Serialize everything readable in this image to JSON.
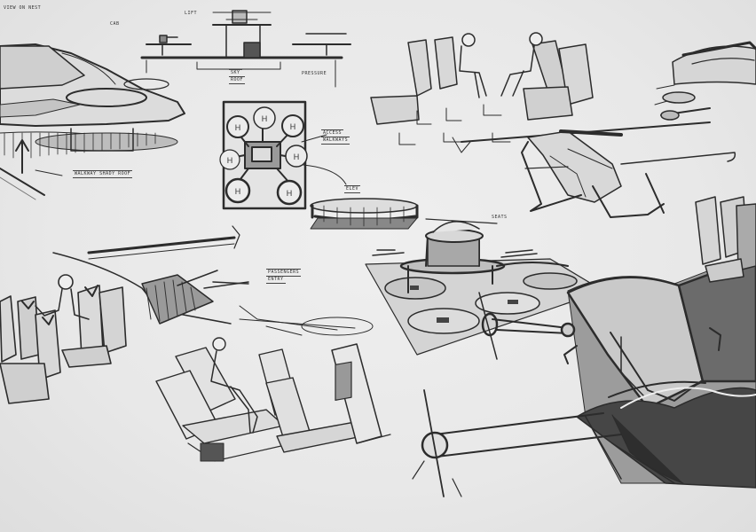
{
  "image": {
    "description": "Grayscale pencil concept sketch sheet of a passenger drone / eVTOL air-taxi system: drone aircraft, vertiport platforms, a top-down landing-pad layout, passenger seating interiors and an open-canopy cockpit close-up.",
    "palette": {
      "paper": "#e9e9e9",
      "ink": "#2a2a2a",
      "shade": "#9a9a9a",
      "dark_fill": "#555555"
    }
  },
  "annotations": {
    "top_left_scribble": "VIEW ON NEST",
    "station_label": "CAB",
    "walkway_label": "WALKWAY  SHADY ROOF",
    "elevation_label_left": "LIFT",
    "elevation_label_center_1": "SKY",
    "elevation_label_center_2": "ROOF",
    "elevation_label_right": "PRESSURE",
    "plan_label_1": "ACCESS",
    "plan_label_2": "WALKWAYS",
    "plan_label_3": "ELEV",
    "pad_letter": "H",
    "passengers_label_1": "PASSENGERS",
    "passengers_label_2": "ENTRY",
    "seats_label": "SEATS"
  },
  "sketches": [
    {
      "id": "flying-wing-drone",
      "region": "top-left"
    },
    {
      "id": "vertiport-elevation",
      "region": "top-center"
    },
    {
      "id": "cabin-seats-two-passengers",
      "region": "top-center-right"
    },
    {
      "id": "drone-top-right",
      "region": "top-right"
    },
    {
      "id": "vertiport-plan-six-pads",
      "region": "center-left"
    },
    {
      "id": "round-landing-deck",
      "region": "center"
    },
    {
      "id": "quadrotor-air-taxi",
      "region": "center-right"
    },
    {
      "id": "passenger-seats-left",
      "region": "mid-left"
    },
    {
      "id": "boarding-ramp-wing",
      "region": "mid-center"
    },
    {
      "id": "vertiport-perspective",
      "region": "mid-center-right"
    },
    {
      "id": "cabin-interior-perspective",
      "region": "bottom-center"
    },
    {
      "id": "open-canopy-cockpit",
      "region": "bottom-right"
    },
    {
      "id": "seat-backs-right",
      "region": "right-edge"
    }
  ]
}
